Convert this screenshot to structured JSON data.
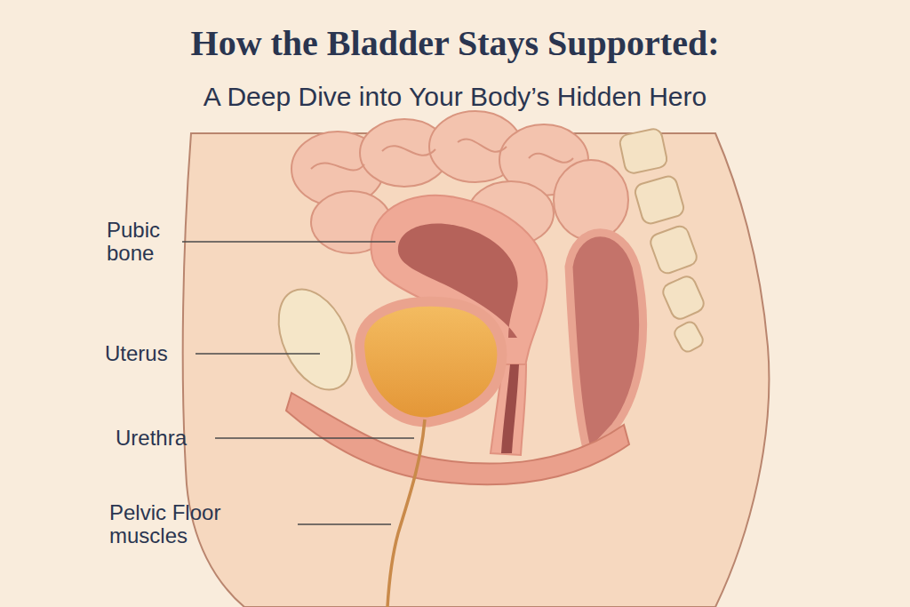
{
  "diagram": {
    "title": "How the Bladder Stays Supported:",
    "labels": [
      "A Deep Dive into Your Body’s Hidden Hero",
      "Pubic bone",
      "Uterus",
      "Urethra",
      "Pelvic Floor muscles"
    ]
  }
}
